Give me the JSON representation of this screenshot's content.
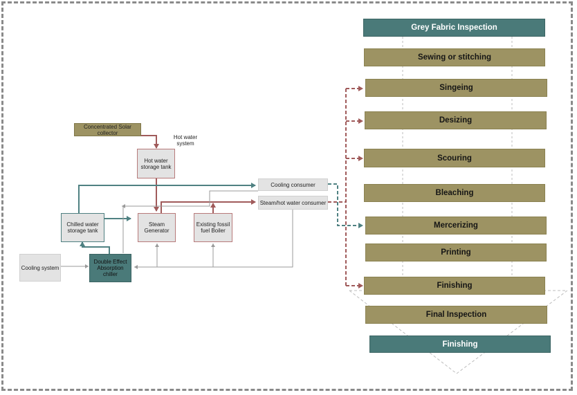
{
  "left_system": {
    "solar_collector": "Concentrated Solar collector",
    "hot_water_system_label": "Hot water system",
    "hot_water_tank": "Hot water storage tank",
    "chilled_water_tank": "Chilled water storage tank",
    "steam_generator": "Steam Generator",
    "fossil_boiler": "Existing fossil fuel Boiler",
    "cooling_system": "Cooling system",
    "absorption_chiller": "Double Effect Absorption chiller",
    "cooling_consumer": "Cooling consumer",
    "steam_consumer": "Steam/hot water consumer"
  },
  "process_stages": [
    {
      "label": "Grey Fabric Inspection",
      "style": "teal"
    },
    {
      "label": "Sewing or stitching",
      "style": "olive"
    },
    {
      "label": "Singeing",
      "style": "olive"
    },
    {
      "label": "Desizing",
      "style": "olive"
    },
    {
      "label": "Scouring",
      "style": "olive"
    },
    {
      "label": "Bleaching",
      "style": "olive"
    },
    {
      "label": "Mercerizing",
      "style": "olive"
    },
    {
      "label": "Printing",
      "style": "olive"
    },
    {
      "label": "Finishing",
      "style": "olive"
    },
    {
      "label": "Final Inspection",
      "style": "olive"
    },
    {
      "label": "Finishing",
      "style": "teal"
    }
  ],
  "colors": {
    "olive": "#9d9363",
    "teal": "#4a7a79",
    "steam_arrow": "#a05a5a",
    "cooling_arrow": "#4f8182",
    "return_line": "#9a9a9a"
  }
}
